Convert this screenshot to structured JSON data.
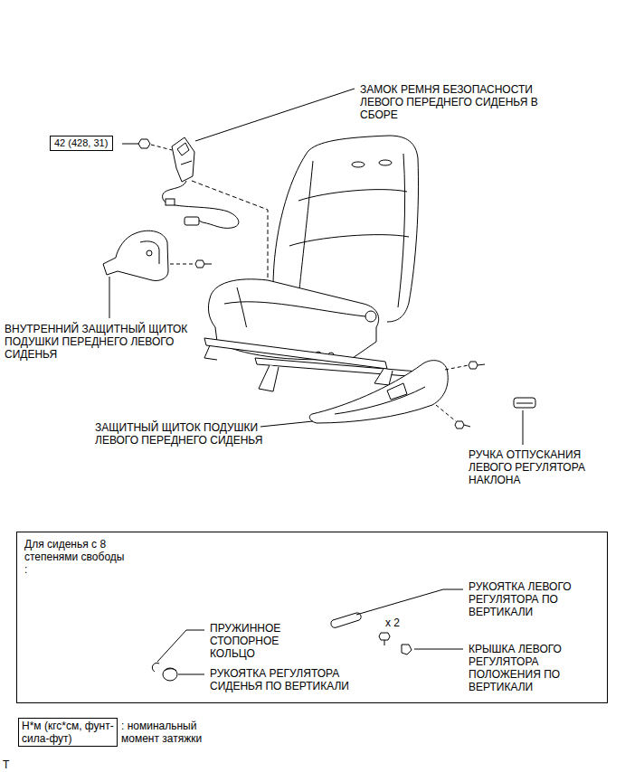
{
  "diagram": {
    "nodes": [
      {
        "text": [
          "42 (428, 31)"
        ]
      },
      {
        "text": [
          "Для сиденья с 8 степенями свободы :"
        ]
      },
      {
        "text": [
          "Н*м (кгс*см, фунт-сила-фут)",
          ": номинальный момент затяжки"
        ]
      }
    ],
    "labels": [
      "ЗАМОК РЕМНЯ БЕЗОПАСНОСТИ ЛЕВОГО ПЕРЕДНЕГО СИДЕНЬЯ В СБОРЕ",
      "ВНУТРЕННИЙ ЗАЩИТНЫЙ ЩИТОК ПОДУШКИ ПЕРЕДНЕГО ЛЕВОГО СИДЕНЬЯ",
      "ЗАЩИТНЫЙ ЩИТОК ПОДУШКИ ЛЕВОГО ПЕРЕДНЕГО СИДЕНЬЯ",
      "РУЧКА ОТПУСКАНИЯ ЛЕВОГО РЕГУЛЯТОРА НАКЛОНА",
      "РУКОЯТКА ЛЕВОГО РЕГУЛЯТОРА ПО ВЕРТИКАЛИ",
      "x 2",
      "ПРУЖИННОЕ СТОПОРНОЕ КОЛЬЦО",
      "КРЫШКА ЛЕВОГО РЕГУЛЯТОРА ПОЛОЖЕНИЯ ПО ВЕРТИКАЛИ",
      "РУКОЯТКА РЕГУЛЯТОРА СИДЕНЬЯ ПО ВЕРТИКАЛИ",
      "T"
    ]
  }
}
